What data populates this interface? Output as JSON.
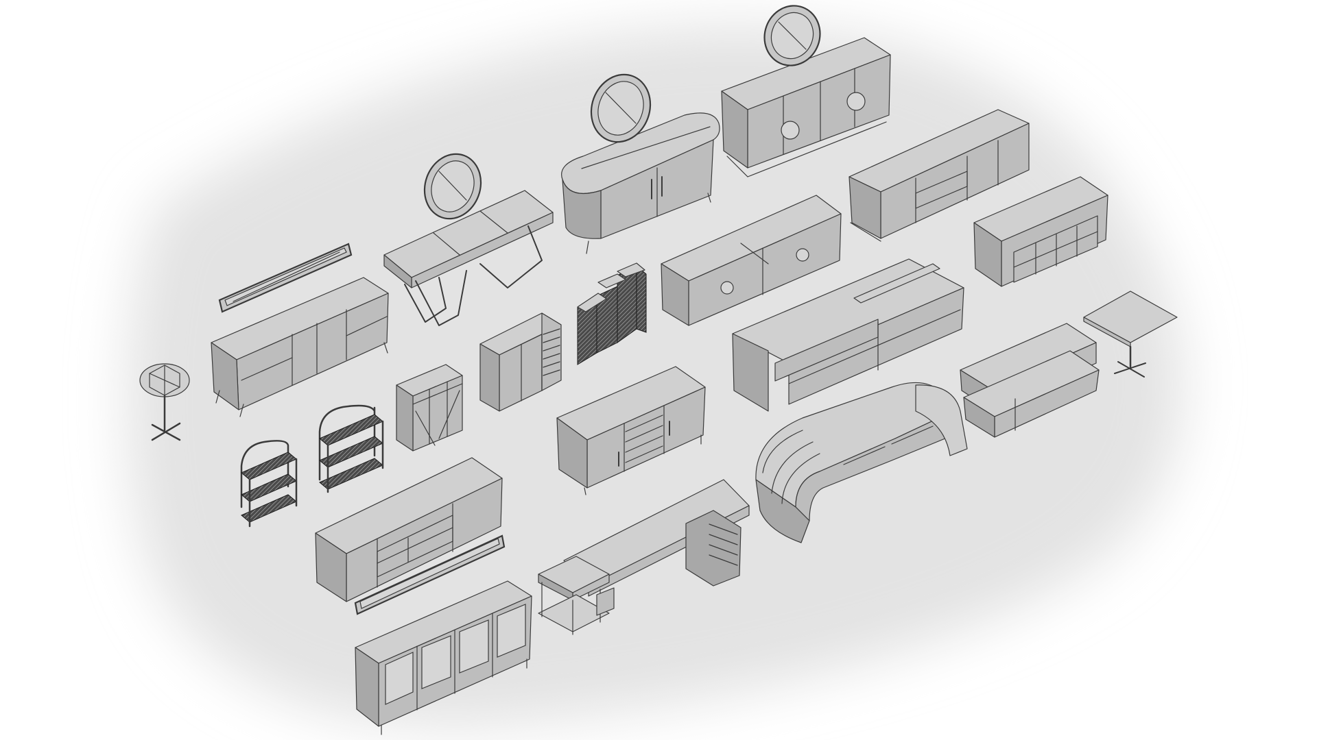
{
  "scene": {
    "background_top": "#ffffff",
    "backdrop_gray": "#e4e4e4",
    "line_color": "#3a3a3a",
    "items": [
      {
        "name": "round-side-table"
      },
      {
        "name": "wall-mirror-left"
      },
      {
        "name": "tv-sideboard-left"
      },
      {
        "name": "shoe-rack-small"
      },
      {
        "name": "shoe-rack-medium"
      },
      {
        "name": "small-cabinet"
      },
      {
        "name": "console-table"
      },
      {
        "name": "round-mirror-console"
      },
      {
        "name": "wardrobe-with-shelves"
      },
      {
        "name": "wine-rack-cabinet"
      },
      {
        "name": "oval-sideboard"
      },
      {
        "name": "round-mirror-oval"
      },
      {
        "name": "four-door-sideboard"
      },
      {
        "name": "round-mirror-right"
      },
      {
        "name": "media-console-center"
      },
      {
        "name": "low-tv-unit-right"
      },
      {
        "name": "dresser-with-drawers"
      },
      {
        "name": "reception-desk"
      },
      {
        "name": "display-cabinet-right"
      },
      {
        "name": "square-bistro-table"
      },
      {
        "name": "coffee-table-layered"
      },
      {
        "name": "curved-reception-counter"
      },
      {
        "name": "open-tv-stand"
      },
      {
        "name": "long-wall-mirror"
      },
      {
        "name": "four-door-buffet"
      },
      {
        "name": "l-shaped-desk"
      }
    ]
  }
}
